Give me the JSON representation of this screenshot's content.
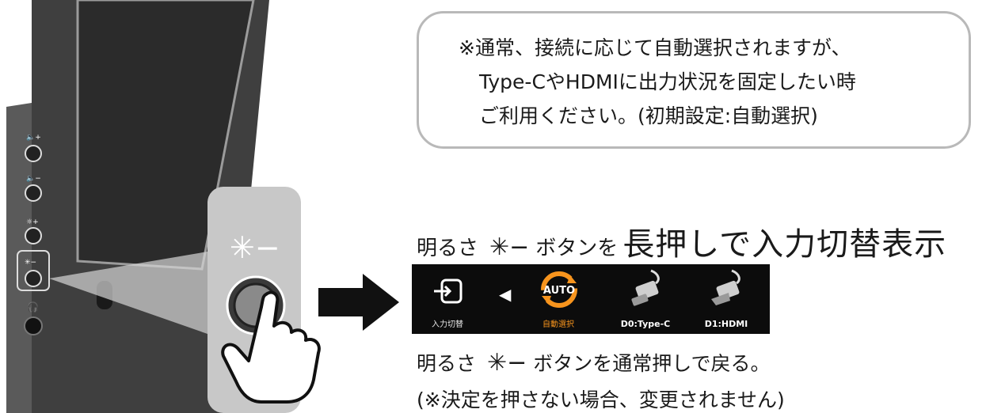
{
  "note": {
    "line1": "※通常、接続に応じて自動選択されますが、",
    "line2": "Type-CやHDMIに出力状況を固定したい時",
    "line3": "ご利用ください。(初期設定:自動選択)"
  },
  "heading": {
    "prefix": "明るさ",
    "button_glyph": "✳−",
    "middle": "ボタンを",
    "emphasis": "長押しで入力切替表示"
  },
  "osd": {
    "items": [
      {
        "label": "入力切替",
        "icon": "input-switch-icon"
      },
      {
        "label": "自動選択",
        "icon": "auto-icon",
        "icon_text": "AUTO"
      },
      {
        "label": "D0:Type-C",
        "icon": "type-c-plug-icon"
      },
      {
        "label": "D1:HDMI",
        "icon": "hdmi-plug-icon"
      }
    ],
    "selector": "◀"
  },
  "instruction": {
    "prefix": "明るさ",
    "button_glyph": "✳−",
    "suffix": "ボタンを通常押しで戻る。",
    "note": "(※決定を押さない場合、変更されません)"
  },
  "monitor": {
    "enlarged_label": "✳−"
  },
  "colors": {
    "accent": "#f7941d",
    "osd_bg": "#0c0c0c",
    "bezel": "#4a4a4a",
    "box_border": "#b9b9b9"
  }
}
